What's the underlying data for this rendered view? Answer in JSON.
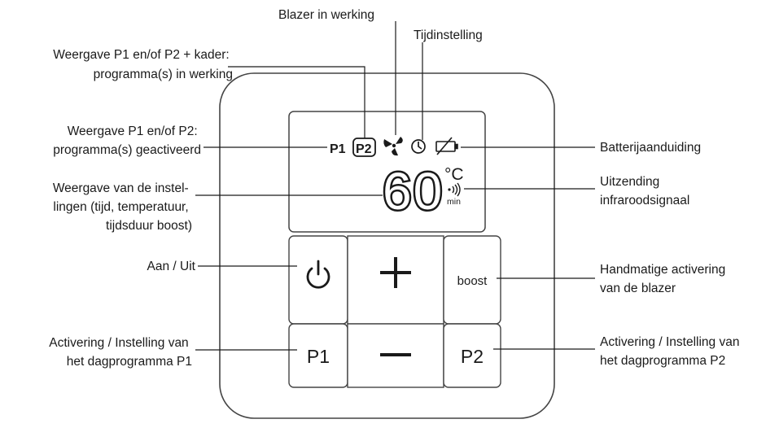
{
  "labels": {
    "fan_running": "Blazer in werking",
    "time_setting": "Tijdinstelling",
    "programs_running": [
      "Weergave P1 en/of P2 + kader:",
      "programma(s) in werking"
    ],
    "programs_activated": [
      "Weergave P1 en/of P2:",
      "programma(s) geactiveerd"
    ],
    "settings_display": [
      "Weergave van de instel-",
      "lingen (tijd, temperatuur,",
      "tijdsduur boost)"
    ],
    "on_off": "Aan / Uit",
    "activation_p1": [
      "Activering / Instelling van",
      "het dagprogramma P1"
    ],
    "battery": "Batterijaanduiding",
    "ir_signal": [
      "Uitzending",
      "infraroodsignaal"
    ],
    "manual_boost": [
      "Handmatige activering",
      "van de blazer"
    ],
    "activation_p2": [
      "Activering / Instelling van",
      "het dagprogramma P2"
    ]
  },
  "display": {
    "p1": "P1",
    "p2": "P2",
    "value": "60",
    "unit": "°C",
    "min": "min"
  },
  "buttons": {
    "plus": "+",
    "boost": "boost",
    "p1": "P1",
    "p2": "P2"
  },
  "icons": {
    "power": "power-icon",
    "fan": "fan-icon",
    "clock": "clock-icon",
    "battery": "battery-empty-icon",
    "ir": "infrared-signal-icon"
  },
  "colors": {
    "line": "#1a1a1a",
    "device_border": "#444444",
    "lcd_background": "#ffffff"
  }
}
